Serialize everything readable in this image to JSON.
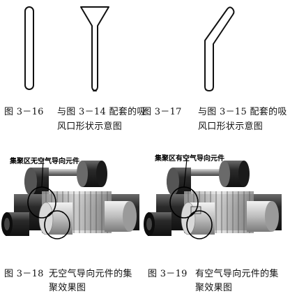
{
  "figures": {
    "fig16": {
      "number": "图 3－16",
      "caption_line1": "与图 3－14 配套的吸",
      "caption_line2": "风口形状示意图"
    },
    "fig17": {
      "number": "图 3－17",
      "caption_line1": "与图 3－15 配套的吸",
      "caption_line2": "风口形状示意图"
    },
    "fig18": {
      "number": "图 3－18",
      "caption_line1": "无空气导向元件的集",
      "caption_line2": "聚效果图",
      "annotation": "集聚区无空气导向元件"
    },
    "fig19": {
      "number": "图 3－19",
      "caption_line1": "有空气导向元件的集",
      "caption_line2": "聚效果图",
      "annotation": "集聚区有空气导向元件"
    }
  }
}
